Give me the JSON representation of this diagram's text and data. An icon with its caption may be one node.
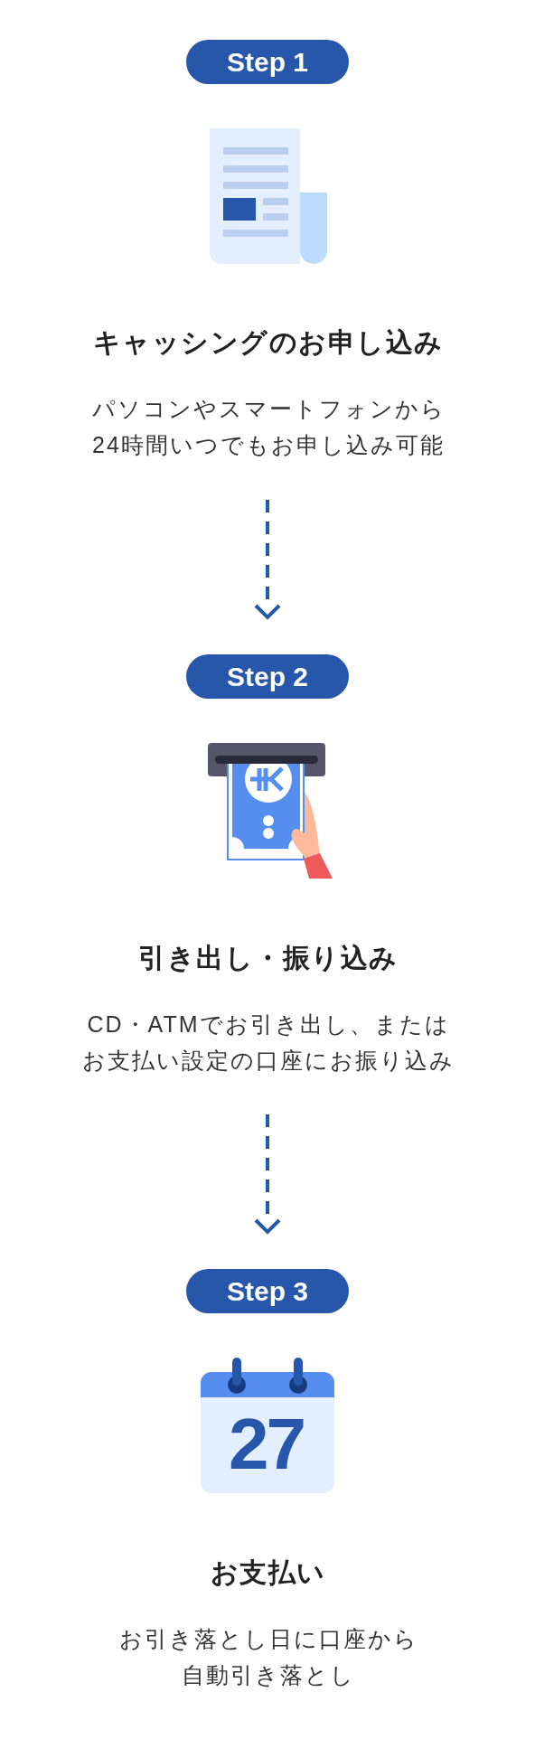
{
  "diagram": {
    "nodes": [
      {
        "text": [
          "Step 1"
        ]
      },
      {
        "text": [
          "キャッシングのお申し込み",
          "パソコンやスマートフォンから24時間いつでもお申し込み可能"
        ]
      },
      {
        "text": [
          "Step 2"
        ]
      },
      {
        "text": [
          "引き出し・振り込み",
          "CD・ATMでお引き出し、またはお支払い設定の口座にお振り込み"
        ]
      },
      {
        "text": [
          "Step 3"
        ]
      },
      {
        "text": [
          "お支払い",
          "お引き落とし日に口座から自動引き落とし"
        ]
      }
    ],
    "edges": [
      {
        "from": 1,
        "to": 2,
        "arrow": "to",
        "style": "dashed"
      },
      {
        "from": 3,
        "to": 4,
        "arrow": "to",
        "style": "dashed"
      }
    ],
    "labels": [
      "27"
    ]
  }
}
